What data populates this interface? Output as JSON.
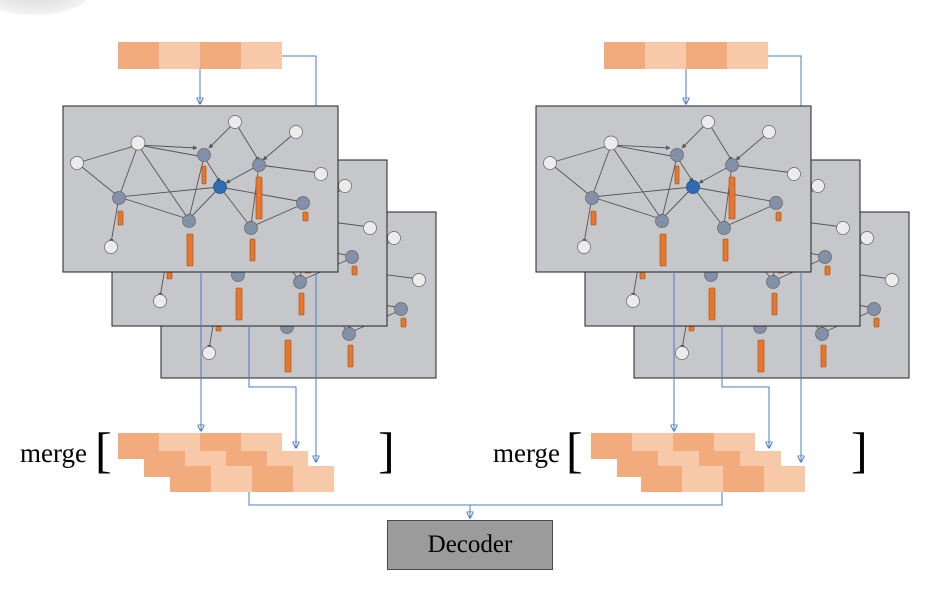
{
  "left_panel": {
    "merge_label": "merge",
    "bracket_open": "[",
    "bracket_close": "]"
  },
  "right_panel": {
    "merge_label": "merge",
    "bracket_open": "[",
    "bracket_close": "]"
  },
  "decoder": {
    "label": "Decoder"
  },
  "colors": {
    "token_dark": "#f2ab7c",
    "token_light": "#f8c9a8",
    "graph_panel": "#c6c7ca",
    "node_gray": "#8290a8",
    "node_blue": "#2e6db4",
    "node_white": "#ececec",
    "bar_orange": "#e8772e",
    "connector_blue": "#4e7dc4",
    "decoder_fill": "#9b9b9b"
  }
}
